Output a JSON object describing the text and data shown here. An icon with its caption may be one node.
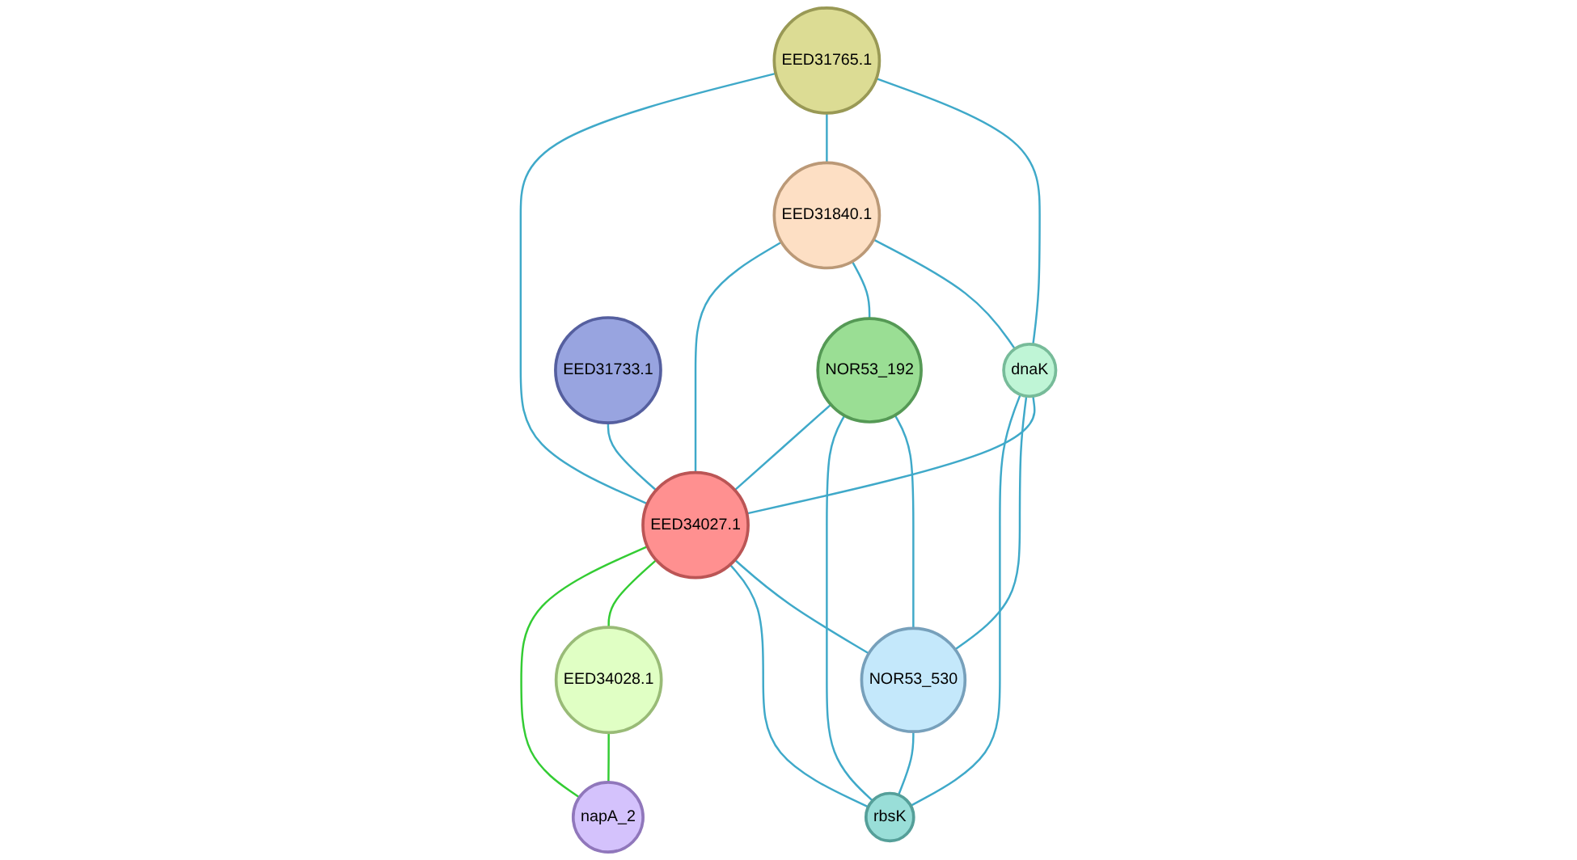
{
  "diagram": {
    "nodes": [
      {
        "text": [
          "EED31765.1"
        ]
      },
      {
        "text": [
          "dnaK"
        ]
      },
      {
        "text": [
          "EED31840.1"
        ]
      },
      {
        "text": [
          "EED31733.1"
        ]
      },
      {
        "text": [
          "NOR53_192"
        ]
      },
      {
        "text": [
          "NOR53_530"
        ]
      },
      {
        "text": [
          "EED34027.1"
        ]
      },
      {
        "text": [
          "rbsK"
        ]
      },
      {
        "text": [
          "EED34028.1"
        ]
      },
      {
        "text": [
          "napA_2"
        ]
      }
    ],
    "edges": [
      {
        "from": 0,
        "to": 1,
        "arrow": "none"
      },
      {
        "from": 0,
        "to": 2,
        "arrow": "none"
      },
      {
        "from": 0,
        "to": 6,
        "arrow": "none"
      },
      {
        "from": 2,
        "to": 1,
        "arrow": "none"
      },
      {
        "from": 2,
        "to": 4,
        "arrow": "none"
      },
      {
        "from": 2,
        "to": 6,
        "arrow": "none"
      },
      {
        "from": 1,
        "to": 6,
        "arrow": "none"
      },
      {
        "from": 1,
        "to": 5,
        "arrow": "none"
      },
      {
        "from": 1,
        "to": 7,
        "arrow": "none"
      },
      {
        "from": 3,
        "to": 6,
        "arrow": "none"
      },
      {
        "from": 4,
        "to": 5,
        "arrow": "none"
      },
      {
        "from": 4,
        "to": 7,
        "arrow": "none"
      },
      {
        "from": 4,
        "to": 6,
        "arrow": "none"
      },
      {
        "from": 6,
        "to": 5,
        "arrow": "none"
      },
      {
        "from": 6,
        "to": 7,
        "arrow": "none"
      },
      {
        "from": 5,
        "to": 7,
        "arrow": "none"
      },
      {
        "from": 6,
        "to": 8,
        "arrow": "none",
        "color": "#33cc33"
      },
      {
        "from": 6,
        "to": 9,
        "arrow": "none",
        "color": "#33cc33"
      },
      {
        "from": 8,
        "to": 9,
        "arrow": "none",
        "color": "#33cc33"
      }
    ]
  }
}
